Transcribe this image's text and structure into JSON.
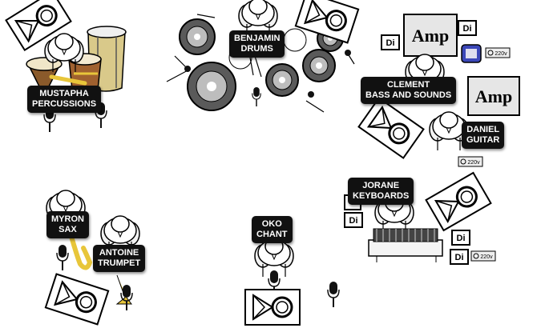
{
  "colors": {
    "label_bg": "#111111",
    "label_text": "#ffffff",
    "line": "#000000",
    "fill_light": "#ffffff",
    "fill_grey": "#9a9a9a",
    "fill_dark": "#5a5a5a",
    "brass": "#e8c63a",
    "wood": "#a0612f"
  },
  "musicians": [
    {
      "id": "mustapha",
      "name": "MUSTAPHA",
      "role": "PERCUSSIONS"
    },
    {
      "id": "benjamin",
      "name": "BENJAMIN",
      "role": "DRUMS"
    },
    {
      "id": "clement",
      "name": "CLEMENT",
      "role": "BASS AND SOUNDS"
    },
    {
      "id": "daniel",
      "name": "DANIEL",
      "role": "GUITAR"
    },
    {
      "id": "jorane",
      "name": "JORANE",
      "role": "KEYBOARDS"
    },
    {
      "id": "myron",
      "name": "MYRON",
      "role": "SAX"
    },
    {
      "id": "antoine",
      "name": "ANTOINE",
      "role": "TRUMPET"
    },
    {
      "id": "oko",
      "name": "OKO",
      "role": "CHANT"
    }
  ],
  "equipment": {
    "amp_label": "Amp",
    "di_label": "Di",
    "power_label": "220v"
  },
  "icons": [
    "monitor-wedge-icon",
    "amp-icon",
    "di-box-icon",
    "power-outlet-icon",
    "microphone-icon",
    "drum-kit-icon",
    "keyboard-icon",
    "sax-icon",
    "trumpet-icon",
    "conga-icon"
  ]
}
